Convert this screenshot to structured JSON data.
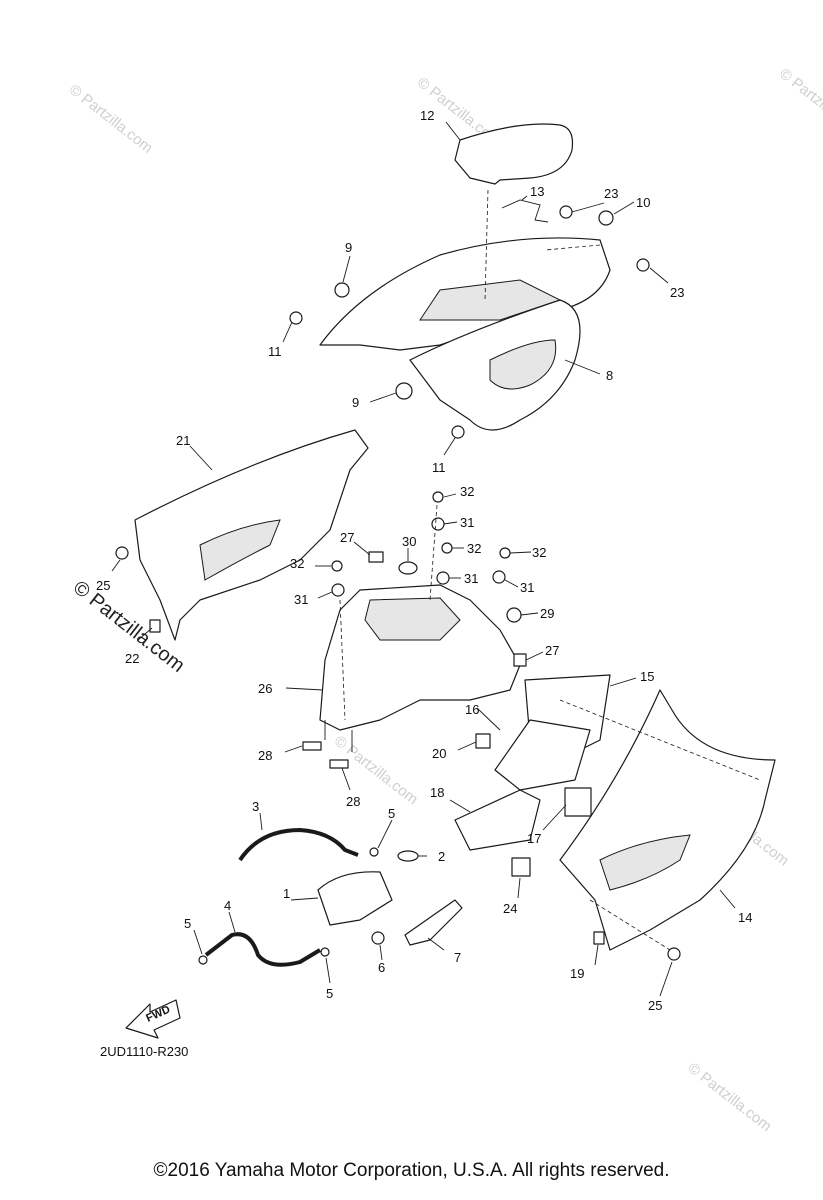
{
  "diagram_code": "2UD1110-R230",
  "fwd_label": "FWD",
  "copyright": "©2016  Yamaha Motor Corporation, U.S.A. All rights reserved.",
  "watermark": "© Partzilla.com",
  "watermark_large": "© Partzilla.com",
  "callouts": {
    "c12": "12",
    "c13": "13",
    "c23a": "23",
    "c10": "10",
    "c23b": "23",
    "c9a": "9",
    "c11a": "11",
    "c8": "8",
    "c9b": "9",
    "c11b": "11",
    "c21": "21",
    "c25a": "25",
    "c22": "22",
    "c32a": "32",
    "c31a": "31",
    "c27a": "27",
    "c30": "30",
    "c32b": "32",
    "c31b": "31",
    "c32c": "32",
    "c32d": "32",
    "c31c": "31",
    "c31d": "31",
    "c29": "29",
    "c27b": "27",
    "c26": "26",
    "c28a": "28",
    "c28b": "28",
    "c15": "15",
    "c16": "16",
    "c20": "20",
    "c18": "18",
    "c17": "17",
    "c3": "3",
    "c5a": "5",
    "c2": "2",
    "c1": "1",
    "c4": "4",
    "c5b": "5",
    "c6": "6",
    "c7": "7",
    "c5c": "5",
    "c24": "24",
    "c14": "14",
    "c19": "19",
    "c25b": "25"
  }
}
